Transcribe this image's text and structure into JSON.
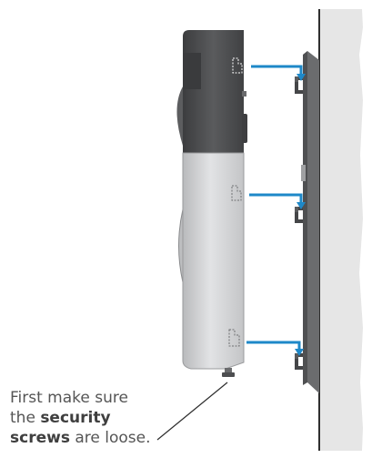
{
  "caption": {
    "line1": "First make sure",
    "line2_prefix": "the ",
    "line2_bold": "security",
    "line3_bold": "screws",
    "line3_suffix": " are loose."
  },
  "colors": {
    "arrow": "#1e88c8",
    "wall": "#e6e6e6",
    "mount_plate": "#6b6c6e",
    "device_top": "#4a4b4d",
    "device_body": "#d3d4d6"
  },
  "icons": [
    "wall",
    "mounting-bracket",
    "doorbell-device",
    "mounting-hook",
    "alignment-arrow",
    "security-screw",
    "leader-line"
  ]
}
